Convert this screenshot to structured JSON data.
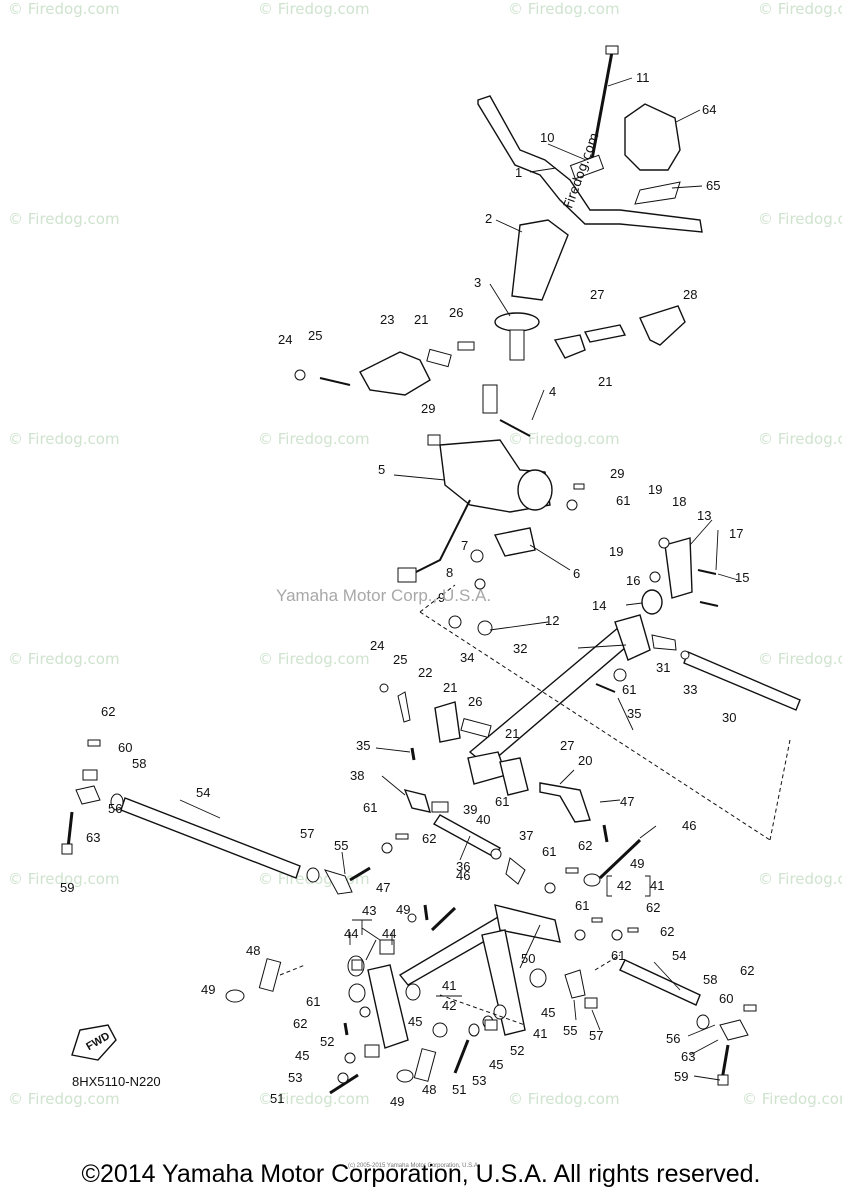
{
  "watermark_text": "© Firedog.com",
  "center_watermark": "Yamaha Motor Corp., U.S.A.",
  "stamp_watermark": "Firedog.com",
  "diagram_code": "8HX5110-N220",
  "fwd_label": "FWD",
  "small_copyright": "(c) 2005-2015 Yamaha Motor Corporation, U.S.A.",
  "footer_copyright": "©2014 Yamaha Motor Corporation, U.S.A. All rights reserved.",
  "callouts": [
    {
      "id": "c1",
      "text": "1"
    },
    {
      "id": "c2",
      "text": "2"
    },
    {
      "id": "c3",
      "text": "3"
    },
    {
      "id": "c4",
      "text": "4"
    },
    {
      "id": "c5",
      "text": "5"
    },
    {
      "id": "c6",
      "text": "6"
    },
    {
      "id": "c7",
      "text": "7"
    },
    {
      "id": "c8",
      "text": "8"
    },
    {
      "id": "c9",
      "text": "9"
    },
    {
      "id": "c10",
      "text": "10"
    },
    {
      "id": "c11",
      "text": "11"
    },
    {
      "id": "c12",
      "text": "12"
    },
    {
      "id": "c13",
      "text": "13"
    },
    {
      "id": "c14",
      "text": "14"
    },
    {
      "id": "c15",
      "text": "15"
    },
    {
      "id": "c16",
      "text": "16"
    },
    {
      "id": "c17",
      "text": "17"
    },
    {
      "id": "c18",
      "text": "18"
    },
    {
      "id": "c19a",
      "text": "19"
    },
    {
      "id": "c19b",
      "text": "19"
    },
    {
      "id": "c20",
      "text": "20"
    },
    {
      "id": "c21a",
      "text": "21"
    },
    {
      "id": "c21b",
      "text": "21"
    },
    {
      "id": "c21c",
      "text": "21"
    },
    {
      "id": "c21d",
      "text": "21"
    },
    {
      "id": "c22",
      "text": "22"
    },
    {
      "id": "c23",
      "text": "23"
    },
    {
      "id": "c24a",
      "text": "24"
    },
    {
      "id": "c24b",
      "text": "24"
    },
    {
      "id": "c25a",
      "text": "25"
    },
    {
      "id": "c25b",
      "text": "25"
    },
    {
      "id": "c26a",
      "text": "26"
    },
    {
      "id": "c26b",
      "text": "26"
    },
    {
      "id": "c27a",
      "text": "27"
    },
    {
      "id": "c27b",
      "text": "27"
    },
    {
      "id": "c28",
      "text": "28"
    },
    {
      "id": "c29a",
      "text": "29"
    },
    {
      "id": "c29b",
      "text": "29"
    },
    {
      "id": "c30",
      "text": "30"
    },
    {
      "id": "c31",
      "text": "31"
    },
    {
      "id": "c32",
      "text": "32"
    },
    {
      "id": "c33",
      "text": "33"
    },
    {
      "id": "c34",
      "text": "34"
    },
    {
      "id": "c35a",
      "text": "35"
    },
    {
      "id": "c35b",
      "text": "35"
    },
    {
      "id": "c36",
      "text": "36"
    },
    {
      "id": "c37",
      "text": "37"
    },
    {
      "id": "c38",
      "text": "38"
    },
    {
      "id": "c39",
      "text": "39"
    },
    {
      "id": "c40",
      "text": "40"
    },
    {
      "id": "c41a",
      "text": "41"
    },
    {
      "id": "c41b",
      "text": "41"
    },
    {
      "id": "c41c",
      "text": "41"
    },
    {
      "id": "c42a",
      "text": "42"
    },
    {
      "id": "c42b",
      "text": "42"
    },
    {
      "id": "c43",
      "text": "43"
    },
    {
      "id": "c44a",
      "text": "44"
    },
    {
      "id": "c44b",
      "text": "44"
    },
    {
      "id": "c45a",
      "text": "45"
    },
    {
      "id": "c45b",
      "text": "45"
    },
    {
      "id": "c45c",
      "text": "45"
    },
    {
      "id": "c45d",
      "text": "45"
    },
    {
      "id": "c46a",
      "text": "46"
    },
    {
      "id": "c46b",
      "text": "46"
    },
    {
      "id": "c47a",
      "text": "47"
    },
    {
      "id": "c47b",
      "text": "47"
    },
    {
      "id": "c48a",
      "text": "48"
    },
    {
      "id": "c48b",
      "text": "48"
    },
    {
      "id": "c49a",
      "text": "49"
    },
    {
      "id": "c49b",
      "text": "49"
    },
    {
      "id": "c49c",
      "text": "49"
    },
    {
      "id": "c49d",
      "text": "49"
    },
    {
      "id": "c50",
      "text": "50"
    },
    {
      "id": "c51a",
      "text": "51"
    },
    {
      "id": "c51b",
      "text": "51"
    },
    {
      "id": "c52a",
      "text": "52"
    },
    {
      "id": "c52b",
      "text": "52"
    },
    {
      "id": "c53a",
      "text": "53"
    },
    {
      "id": "c53b",
      "text": "53"
    },
    {
      "id": "c54a",
      "text": "54"
    },
    {
      "id": "c54b",
      "text": "54"
    },
    {
      "id": "c55a",
      "text": "55"
    },
    {
      "id": "c55b",
      "text": "55"
    },
    {
      "id": "c56a",
      "text": "56"
    },
    {
      "id": "c56b",
      "text": "56"
    },
    {
      "id": "c57a",
      "text": "57"
    },
    {
      "id": "c57b",
      "text": "57"
    },
    {
      "id": "c58a",
      "text": "58"
    },
    {
      "id": "c58b",
      "text": "58"
    },
    {
      "id": "c59a",
      "text": "59"
    },
    {
      "id": "c59b",
      "text": "59"
    },
    {
      "id": "c60a",
      "text": "60"
    },
    {
      "id": "c60b",
      "text": "60"
    },
    {
      "id": "c61a",
      "text": "61"
    },
    {
      "id": "c61b",
      "text": "61"
    },
    {
      "id": "c61c",
      "text": "61"
    },
    {
      "id": "c61d",
      "text": "61"
    },
    {
      "id": "c61e",
      "text": "61"
    },
    {
      "id": "c61f",
      "text": "61"
    },
    {
      "id": "c61g",
      "text": "61"
    },
    {
      "id": "c61h",
      "text": "61"
    },
    {
      "id": "c62a",
      "text": "62"
    },
    {
      "id": "c62b",
      "text": "62"
    },
    {
      "id": "c62c",
      "text": "62"
    },
    {
      "id": "c62d",
      "text": "62"
    },
    {
      "id": "c62e",
      "text": "62"
    },
    {
      "id": "c62f",
      "text": "62"
    },
    {
      "id": "c62g",
      "text": "62"
    },
    {
      "id": "c63a",
      "text": "63"
    },
    {
      "id": "c63b",
      "text": "63"
    },
    {
      "id": "c64",
      "text": "64"
    },
    {
      "id": "c65",
      "text": "65"
    }
  ]
}
